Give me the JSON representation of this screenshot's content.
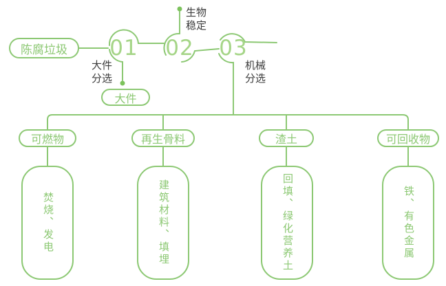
{
  "palette": {
    "line_green": "#8cc873",
    "number_green": "#a5d587",
    "dot_green": "#7cc25c",
    "label_dark": "#3b3b3b",
    "background": "#ffffff"
  },
  "source": {
    "label": "陈腐垃圾"
  },
  "steps": [
    {
      "number": "01",
      "annotation": "大件\n分选",
      "branch_output": "大件"
    },
    {
      "number": "02",
      "annotation": "生物\n稳定"
    },
    {
      "number": "03",
      "annotation": "机械\n分选"
    }
  ],
  "branches": [
    {
      "category": "可燃物",
      "detail": "焚烧、发电"
    },
    {
      "category": "再生骨料",
      "detail": "建筑材料、填埋"
    },
    {
      "category": "渣土",
      "detail": "回填、绿化营养土"
    },
    {
      "category": "可回收物",
      "detail": "铁、有色金属"
    }
  ]
}
